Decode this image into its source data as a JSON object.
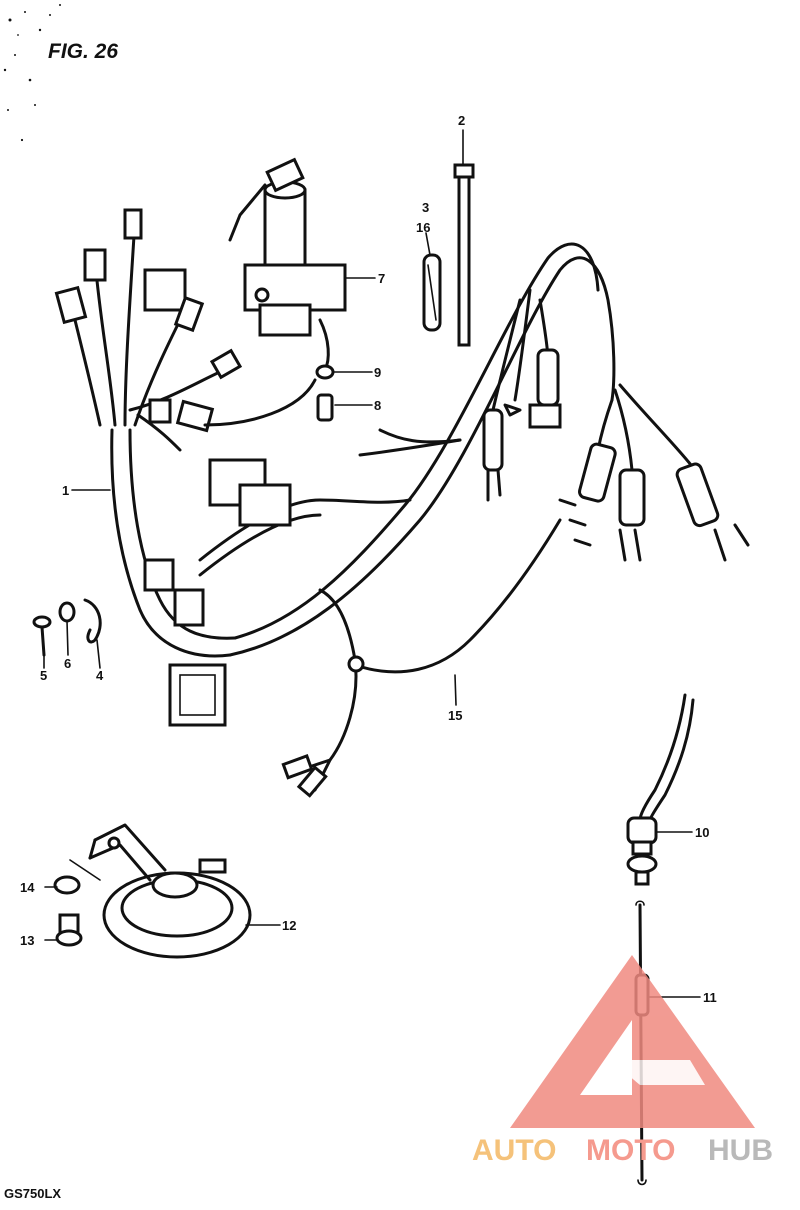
{
  "figure": {
    "title": "FIG. 26",
    "model_code": "GS750LX"
  },
  "callouts": {
    "c1": "1",
    "c2": "2",
    "c3": "3",
    "c4": "4",
    "c5": "5",
    "c6": "6",
    "c7": "7",
    "c8": "8",
    "c9": "9",
    "c10": "10",
    "c11": "11",
    "c12": "12",
    "c13": "13",
    "c14": "14",
    "c15": "15",
    "c16": "16"
  },
  "watermark": {
    "part1": "AUTO",
    "part2": "MOTO",
    "part3": "HUB",
    "colors": {
      "triangle": "#f08a80",
      "auto": "#f5c27a",
      "moto": "#f59a8e",
      "hub": "#b9b9b9"
    }
  }
}
